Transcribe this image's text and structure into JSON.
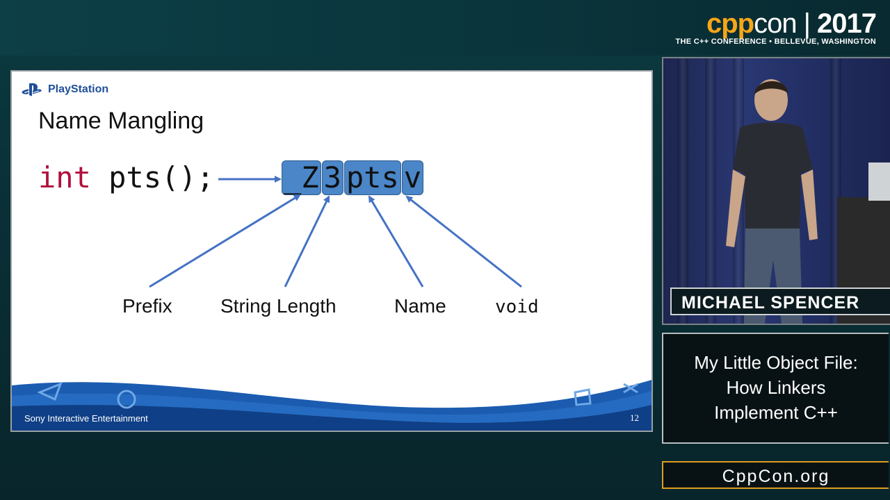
{
  "conference": {
    "logo_cpp": "cpp",
    "logo_con": "con",
    "logo_sep": "|",
    "year": "2017",
    "tagline": "THE C++ CONFERENCE • BELLEVUE, WASHINGTON",
    "accent_color": "#f6a619"
  },
  "slide": {
    "brand": "PlayStation",
    "title": "Name Mangling",
    "code_keyword": "int",
    "code_rest": " pts();",
    "mangled_segments": [
      "_Z",
      "3",
      "pts",
      "v"
    ],
    "labels": {
      "prefix": "Prefix",
      "string_length": "String Length",
      "name": "Name",
      "void": "void"
    },
    "footer_left": "Sony Interactive Entertainment",
    "page_number": "12",
    "keyword_color": "#b0103c",
    "highlight_color": "#4a86c8"
  },
  "speaker": {
    "name": "MICHAEL SPENCER"
  },
  "talk": {
    "title_line1": "My Little Object File:",
    "title_line2": "How Linkers",
    "title_line3": "Implement C++"
  },
  "site": {
    "url": "CppCon.org"
  }
}
